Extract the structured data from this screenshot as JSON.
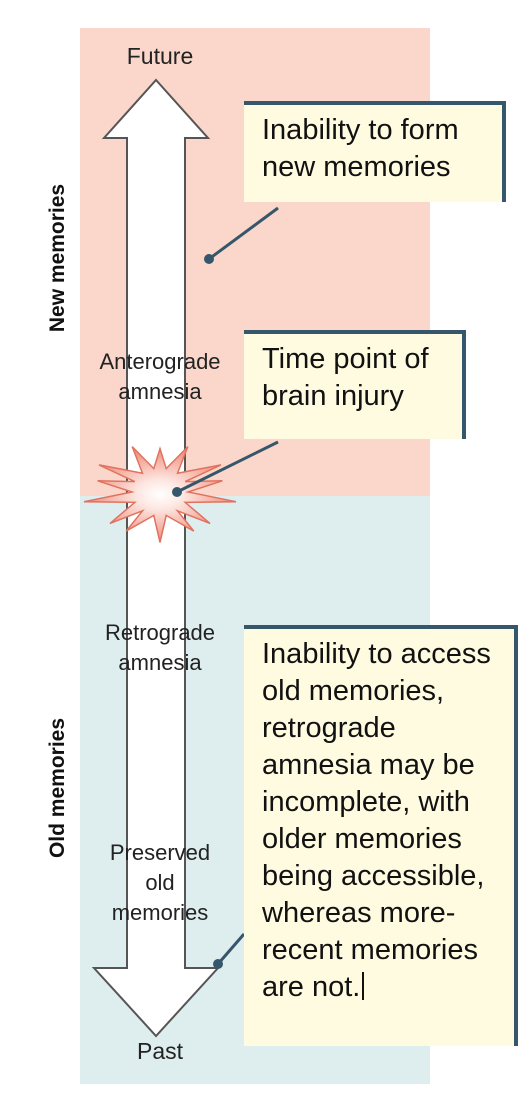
{
  "regions": {
    "new": {
      "label": "New memories",
      "color": "#fad7ca"
    },
    "old": {
      "label": "Old memories",
      "color": "#deedee"
    }
  },
  "arrow": {
    "top_label": "Future",
    "bottom_label": "Past"
  },
  "arrow_labels": {
    "anterograde": [
      "Anterograde",
      "amnesia"
    ],
    "retrograde": [
      "Retrograde",
      "amnesia"
    ],
    "preserved": [
      "Preserved",
      "old",
      "memories"
    ]
  },
  "callouts": {
    "new_memories": [
      "Inability to form",
      "new memories"
    ],
    "injury": [
      "Time point of",
      "brain injury"
    ],
    "old_memories": [
      "Inability to access",
      "old memories,",
      "retrograde",
      "amnesia may be",
      "incomplete, with",
      "older memories",
      "being accessible,",
      "whereas more-",
      "recent memories",
      "are not."
    ]
  },
  "colors": {
    "callout_fill": "#fffbe0",
    "callout_border": "#36576b",
    "pointer": "#36576b",
    "burst": "#f08a78"
  }
}
